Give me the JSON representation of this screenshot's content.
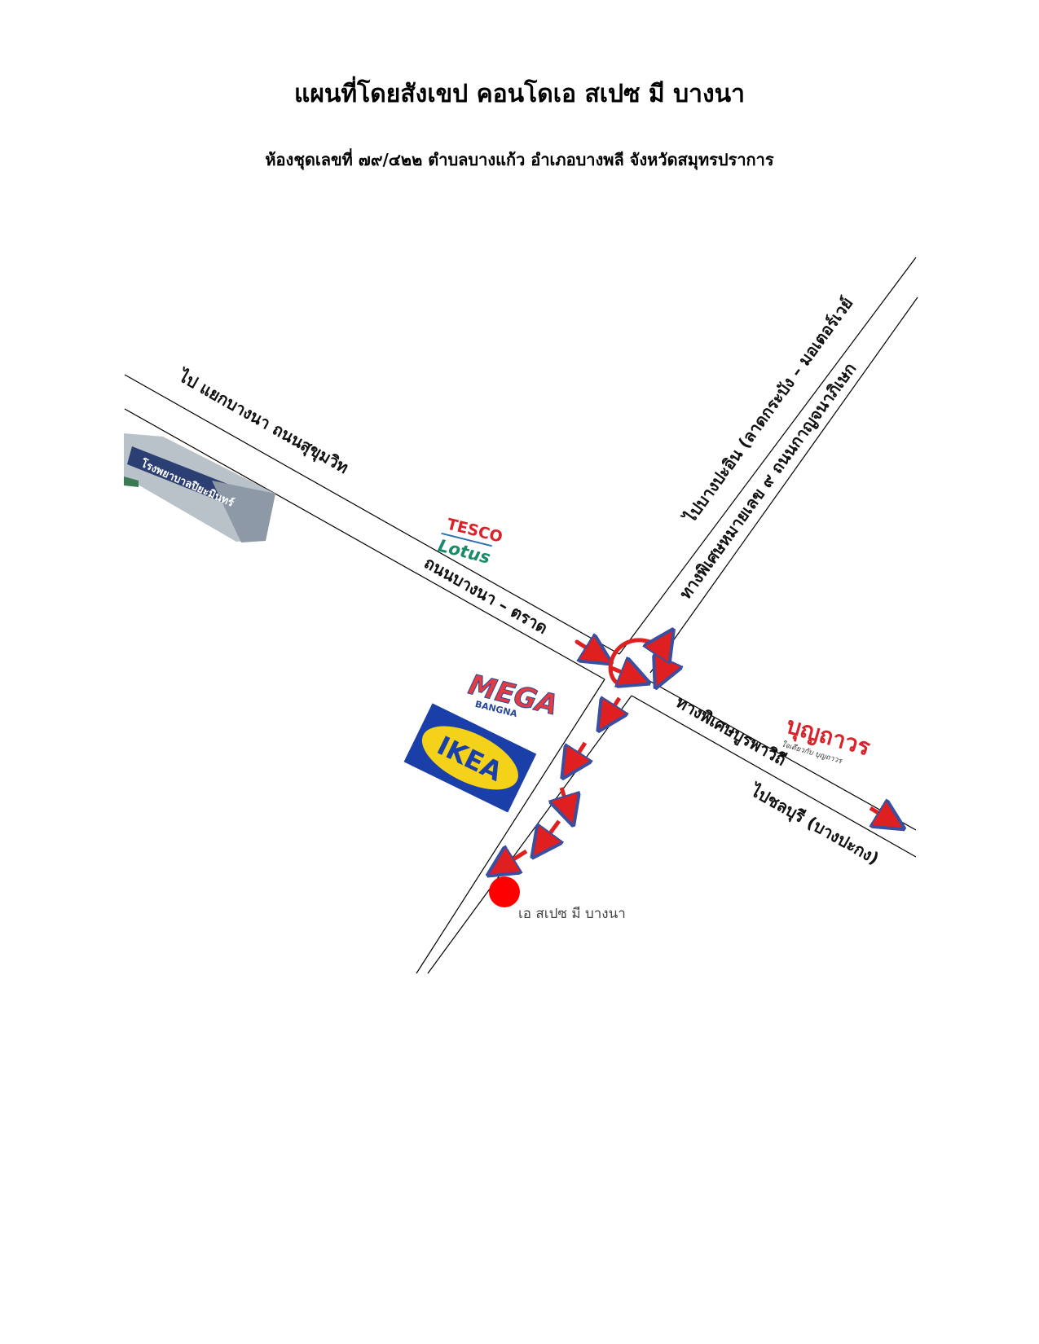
{
  "header": {
    "title": "แผนที่โดยสังเขป คอนโดเอ สเปซ มี บางนา",
    "subtitle": "ห้องชุดเลขที่ ๗๙/๔๒๒ ตำบลบางแก้ว อำเภอบางพลี จังหวัดสมุทรปราการ"
  },
  "roads": {
    "to_bangna_junction": "ไป แยกบางนา ถนนสุขุมวิท",
    "bangna_trat": "ถนนบางนา – ตราด",
    "to_bang_pa_in": "ไปบางปะอิน (ลาดกระบัง – มอเตอร์เวย์",
    "special_highway_9": "ทางพิเศษหมายเลข ๙ ถนนกาญจนาภิเษก",
    "burapha_withi": "ทางพิเศษบูรพาวิถี",
    "to_chonburi": "ไปชลบุรี (บางปะกง)"
  },
  "landmarks": {
    "hospital_sign": "โรงพยาบาลปิยะมินทร์",
    "tesco_line1": "TESCO",
    "tesco_line2": "Lotus",
    "mega_line1": "MEGA",
    "mega_line2": "BANGNA",
    "ikea": "IKEA",
    "boonthavorn": "บุญถาวร",
    "boonthavorn_tagline": "ใจเดียวกับ บุญถาวร"
  },
  "destination": {
    "label": "เอ สเปซ มี บางนา"
  },
  "colors": {
    "route_red": "#e02020",
    "route_outline": "#3a4fa0",
    "marker_red": "#ff0000",
    "ikea_blue": "#1a3fa8",
    "ikea_yellow": "#f5d21a"
  }
}
